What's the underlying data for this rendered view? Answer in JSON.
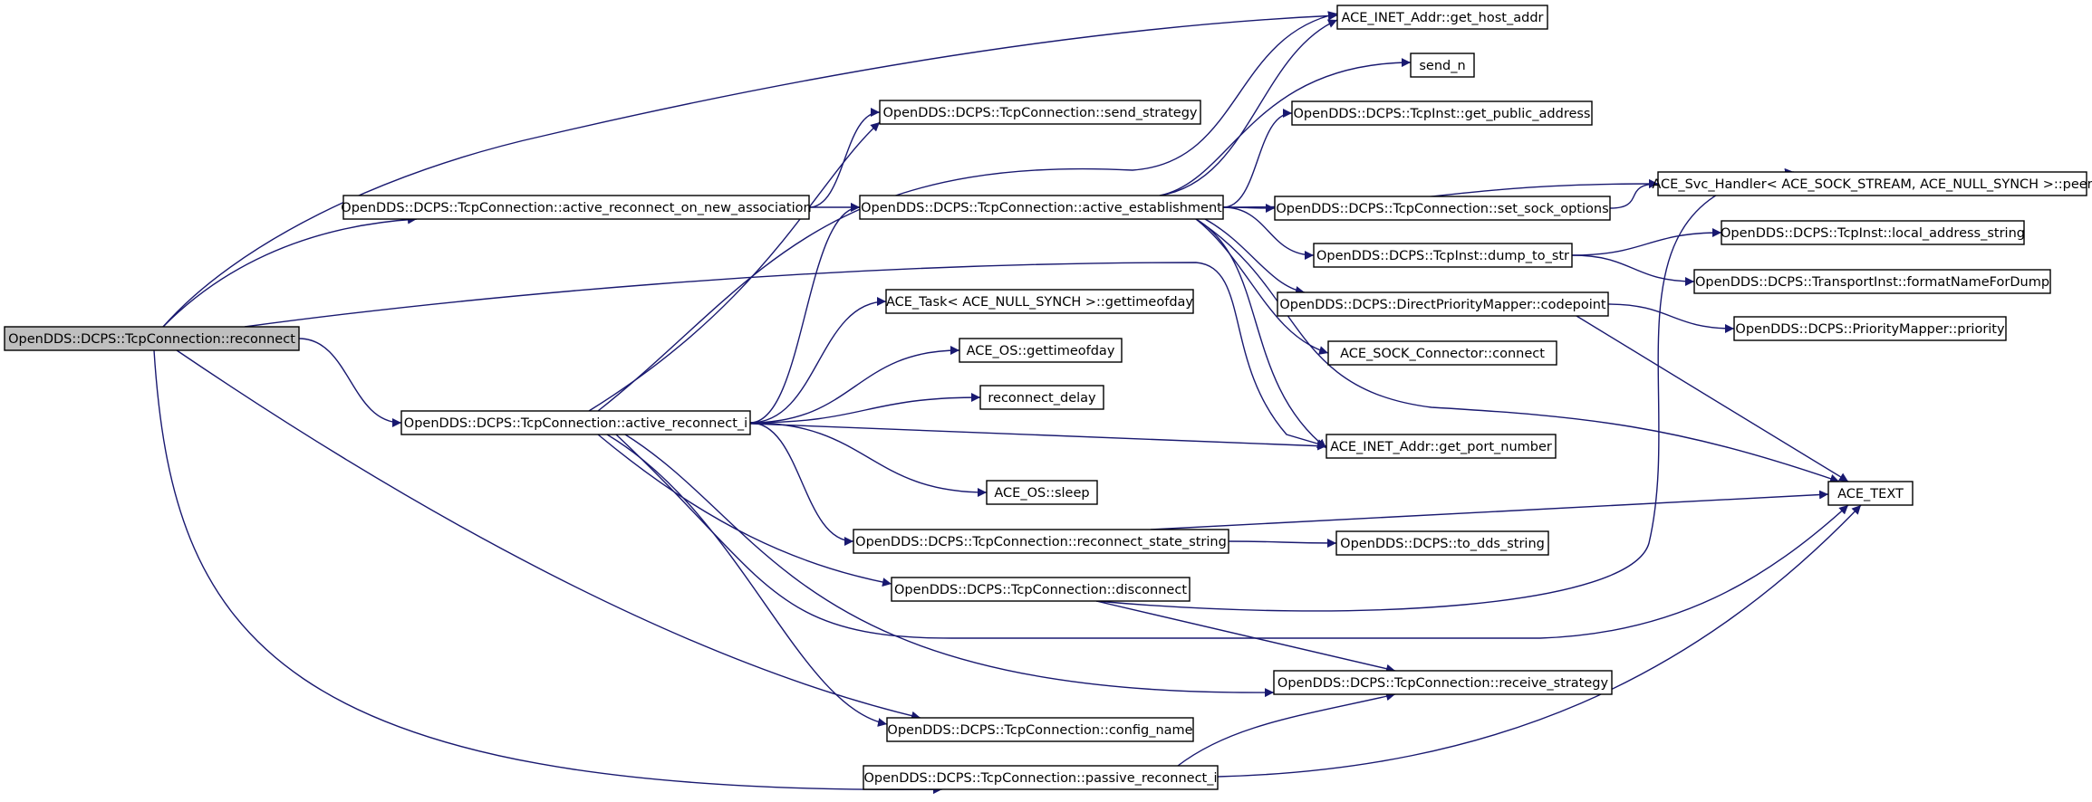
{
  "graph": {
    "root": "reconnect",
    "nodes": [
      {
        "id": "reconnect",
        "label": "OpenDDS::DCPS::TcpConnection::reconnect"
      },
      {
        "id": "active_reconnect_on_new_association",
        "label": "OpenDDS::DCPS::TcpConnection::active_reconnect_on_new_association"
      },
      {
        "id": "active_reconnect_i",
        "label": "OpenDDS::DCPS::TcpConnection::active_reconnect_i"
      },
      {
        "id": "send_strategy",
        "label": "OpenDDS::DCPS::TcpConnection::send_strategy"
      },
      {
        "id": "active_establishment",
        "label": "OpenDDS::DCPS::TcpConnection::active_establishment"
      },
      {
        "id": "task_gettimeofday",
        "label": "ACE_Task< ACE_NULL_SYNCH >::gettimeofday"
      },
      {
        "id": "os_gettimeofday",
        "label": "ACE_OS::gettimeofday"
      },
      {
        "id": "reconnect_delay",
        "label": "reconnect_delay"
      },
      {
        "id": "os_sleep",
        "label": "ACE_OS::sleep"
      },
      {
        "id": "reconnect_state_string",
        "label": "OpenDDS::DCPS::TcpConnection::reconnect_state_string"
      },
      {
        "id": "disconnect",
        "label": "OpenDDS::DCPS::TcpConnection::disconnect"
      },
      {
        "id": "config_name",
        "label": "OpenDDS::DCPS::TcpConnection::config_name"
      },
      {
        "id": "passive_reconnect_i",
        "label": "OpenDDS::DCPS::TcpConnection::passive_reconnect_i"
      },
      {
        "id": "get_host_addr",
        "label": "ACE_INET_Addr::get_host_addr"
      },
      {
        "id": "send_n",
        "label": "send_n"
      },
      {
        "id": "get_public_address",
        "label": "OpenDDS::DCPS::TcpInst::get_public_address"
      },
      {
        "id": "set_sock_options",
        "label": "OpenDDS::DCPS::TcpConnection::set_sock_options"
      },
      {
        "id": "dump_to_str",
        "label": "OpenDDS::DCPS::TcpInst::dump_to_str"
      },
      {
        "id": "codepoint",
        "label": "OpenDDS::DCPS::DirectPriorityMapper::codepoint"
      },
      {
        "id": "sock_connect",
        "label": "ACE_SOCK_Connector::connect"
      },
      {
        "id": "get_port_number",
        "label": "ACE_INET_Addr::get_port_number"
      },
      {
        "id": "to_dds_string",
        "label": "OpenDDS::DCPS::to_dds_string"
      },
      {
        "id": "receive_strategy",
        "label": "OpenDDS::DCPS::TcpConnection::receive_strategy"
      },
      {
        "id": "svc_peer",
        "label": "ACE_Svc_Handler< ACE_SOCK_STREAM, ACE_NULL_SYNCH >::peer"
      },
      {
        "id": "local_address_string",
        "label": "OpenDDS::DCPS::TcpInst::local_address_string"
      },
      {
        "id": "formatNameForDump",
        "label": "OpenDDS::DCPS::TransportInst::formatNameForDump"
      },
      {
        "id": "priority",
        "label": "OpenDDS::DCPS::PriorityMapper::priority"
      },
      {
        "id": "ace_text",
        "label": "ACE_TEXT"
      }
    ],
    "edges": [
      {
        "from": "reconnect",
        "to": "get_host_addr"
      },
      {
        "from": "reconnect",
        "to": "active_reconnect_on_new_association"
      },
      {
        "from": "reconnect",
        "to": "get_port_number"
      },
      {
        "from": "reconnect",
        "to": "active_reconnect_i"
      },
      {
        "from": "reconnect",
        "to": "config_name"
      },
      {
        "from": "reconnect",
        "to": "passive_reconnect_i"
      },
      {
        "from": "active_reconnect_on_new_association",
        "to": "send_strategy"
      },
      {
        "from": "active_reconnect_on_new_association",
        "to": "active_establishment"
      },
      {
        "from": "active_reconnect_i",
        "to": "send_strategy"
      },
      {
        "from": "active_reconnect_i",
        "to": "get_host_addr"
      },
      {
        "from": "active_reconnect_i",
        "to": "active_establishment"
      },
      {
        "from": "active_reconnect_i",
        "to": "task_gettimeofday"
      },
      {
        "from": "active_reconnect_i",
        "to": "os_gettimeofday"
      },
      {
        "from": "active_reconnect_i",
        "to": "reconnect_delay"
      },
      {
        "from": "active_reconnect_i",
        "to": "get_port_number"
      },
      {
        "from": "active_reconnect_i",
        "to": "os_sleep"
      },
      {
        "from": "active_reconnect_i",
        "to": "reconnect_state_string"
      },
      {
        "from": "active_reconnect_i",
        "to": "disconnect"
      },
      {
        "from": "active_reconnect_i",
        "to": "ace_text"
      },
      {
        "from": "active_reconnect_i",
        "to": "receive_strategy"
      },
      {
        "from": "active_reconnect_i",
        "to": "config_name"
      },
      {
        "from": "active_establishment",
        "to": "get_host_addr"
      },
      {
        "from": "active_establishment",
        "to": "send_n"
      },
      {
        "from": "active_establishment",
        "to": "get_public_address"
      },
      {
        "from": "active_establishment",
        "to": "svc_peer"
      },
      {
        "from": "active_establishment",
        "to": "set_sock_options"
      },
      {
        "from": "active_establishment",
        "to": "dump_to_str"
      },
      {
        "from": "active_establishment",
        "to": "codepoint"
      },
      {
        "from": "active_establishment",
        "to": "sock_connect"
      },
      {
        "from": "active_establishment",
        "to": "get_port_number"
      },
      {
        "from": "active_establishment",
        "to": "ace_text"
      },
      {
        "from": "set_sock_options",
        "to": "svc_peer"
      },
      {
        "from": "dump_to_str",
        "to": "local_address_string"
      },
      {
        "from": "dump_to_str",
        "to": "formatNameForDump"
      },
      {
        "from": "codepoint",
        "to": "priority"
      },
      {
        "from": "codepoint",
        "to": "ace_text"
      },
      {
        "from": "reconnect_state_string",
        "to": "ace_text"
      },
      {
        "from": "reconnect_state_string",
        "to": "to_dds_string"
      },
      {
        "from": "disconnect",
        "to": "svc_peer"
      },
      {
        "from": "disconnect",
        "to": "receive_strategy"
      },
      {
        "from": "passive_reconnect_i",
        "to": "receive_strategy"
      },
      {
        "from": "passive_reconnect_i",
        "to": "ace_text"
      }
    ]
  },
  "colors": {
    "edge": "#191970",
    "node_border": "#000000",
    "node_fill": "#ffffff",
    "root_fill": "#bfbfbf",
    "background": "#ffffff"
  }
}
